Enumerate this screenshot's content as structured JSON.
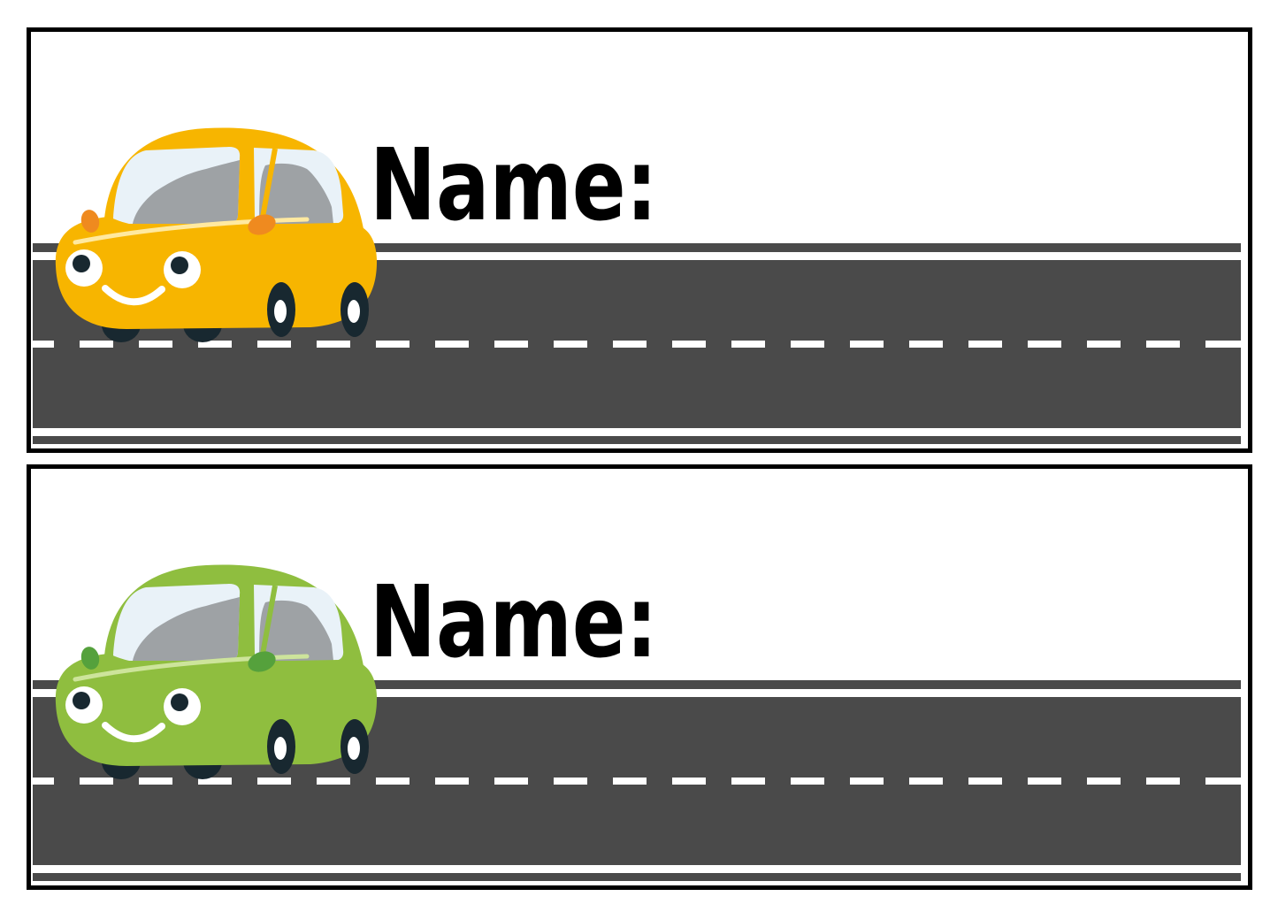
{
  "page": {
    "background": "#ffffff",
    "description_labels": []
  },
  "palette": {
    "card_border": "#000000",
    "road": "#4a4a4a",
    "road_line": "#ffffff",
    "text": "#000000",
    "glass": "#e9f2f8",
    "interior": "#9ea2a5",
    "wheel": "#182830",
    "hub": "#ffffff",
    "eye_white": "#ffffff",
    "smile": "#ffffff"
  },
  "cards": [
    {
      "label": "Name:",
      "car": {
        "name": "yellow-car",
        "body": "#f7b500",
        "accent": "#ef8a1f",
        "highlight": "#ffe9a0"
      }
    },
    {
      "label": "Name:",
      "car": {
        "name": "green-car",
        "body": "#8fbe3f",
        "accent": "#55a13c",
        "highlight": "#cde49b"
      }
    }
  ]
}
